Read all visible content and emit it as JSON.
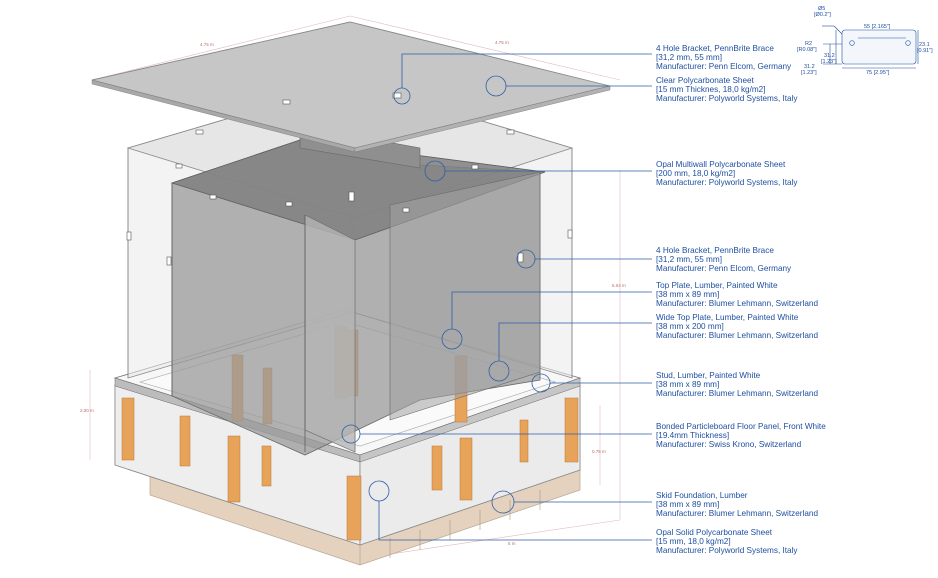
{
  "callouts": [
    {
      "id": "bracket-top",
      "lines": [
        "4 Hole Bracket, PennBrite Brace",
        "[31,2 mm, 55 mm]",
        "Manufacturer: Penn Elcom, Germany"
      ]
    },
    {
      "id": "clear-sheet",
      "lines": [
        "Clear Polycarbonate Sheet",
        "[15 mm Thicknes, 18,0 kg/m2]",
        "Manufacturer: Polyworld Systems, Italy"
      ]
    },
    {
      "id": "opal-multiwall",
      "lines": [
        "Opal Multiwall Polycarbonate Sheet",
        "[200 mm, 18,0 kg/m2]",
        "Manufacturer: Polyworld Systems, Italy"
      ]
    },
    {
      "id": "bracket-mid",
      "lines": [
        "4 Hole Bracket, PennBrite Brace",
        "[31,2 mm, 55 mm]",
        "Manufacturer: Penn Elcom, Germany"
      ]
    },
    {
      "id": "top-plate",
      "lines": [
        "Top Plate, Lumber, Painted White",
        "[38 mm x 89 mm]",
        "Manufacturer: Blumer Lehmann, Switzerland"
      ]
    },
    {
      "id": "wide-top-plate",
      "lines": [
        "Wide Top Plate, Lumber, Painted White",
        "[38 mm x 200 mm]",
        "Manufacturer: Blumer Lehmann, Switzerland"
      ]
    },
    {
      "id": "stud",
      "lines": [
        "Stud, Lumber, Painted White",
        "[38 mm x 89 mm]",
        "Manufacturer: Blumer Lehmann, Switzerland"
      ]
    },
    {
      "id": "floor-panel",
      "lines": [
        "Bonded Particleboard Floor Panel, Front White",
        "[19.4mm Thickness]",
        "Manufacturer: Swiss Krono, Switzerland"
      ]
    },
    {
      "id": "skid",
      "lines": [
        "Skid Foundation, Lumber",
        "[38 mm x 89 mm]",
        "Manufacturer: Blumer Lehmann, Switzerland"
      ]
    },
    {
      "id": "opal-solid",
      "lines": [
        "Opal Solid Polycarbonate Sheet",
        "[15 mm, 18,0 kg/m2]",
        "Manufacturer: Polyworld Systems, Italy"
      ]
    }
  ],
  "bracket_detail": {
    "dia": "Ø5",
    "dia_in": "[Ø0.2\"]",
    "radius": "R2",
    "radius_in": "[R0.08\"]",
    "width_inner": "55 [2.165\"]",
    "width_outer": "75 [2.95\"]",
    "height_a": "31.2",
    "height_a_in": "[1.23\"]",
    "height_b": "31.2",
    "height_b_in": "[1.23\"]",
    "height_c": "23.1",
    "height_c_in": "[0.91\"]"
  },
  "dimensions": {
    "top_left": "4.75 m",
    "top_right": "4.75 m",
    "right_height": "5.04 m",
    "left_height": "2.30 m",
    "front_height": "0.75 m",
    "bottom": "5 m"
  },
  "colors": {
    "accent": "#1f4fa0",
    "lumber": "#e8a35a",
    "glass": "#c9c9c9",
    "dark_panel": "#8d8d8d"
  }
}
